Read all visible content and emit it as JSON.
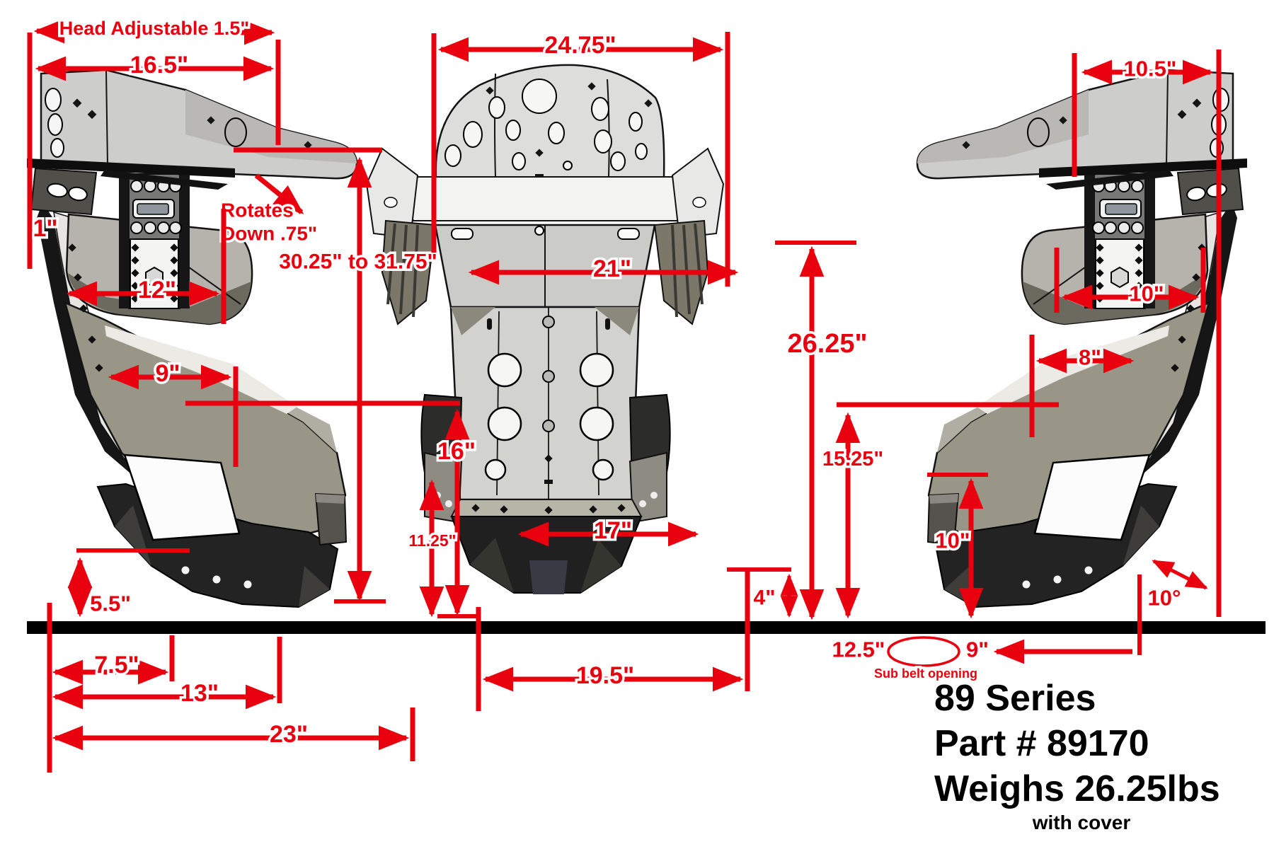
{
  "diagram": {
    "type": "technical seat dimension drawing",
    "views": [
      "left side view",
      "front view",
      "right side view"
    ],
    "colors": {
      "dimension_red": "#e8000f",
      "ground_black": "#000000",
      "seat_light": "#d2d2cf",
      "seat_mid": "#999687",
      "seat_dark": "#232323"
    }
  },
  "dims": {
    "head_adjustable": "Head Adjustable 1.5\"",
    "w16_5": "16.5\"",
    "d1": "1\"",
    "rotates1": "Rotates",
    "rotates2": "Down .75\"",
    "range": "30.25\" to 31.75\"",
    "w12": "12\"",
    "w9": "9\"",
    "h16": "16\"",
    "h11_25": "11.25\"",
    "h5_5": "5.5\"",
    "w7_5": "7.5\"",
    "w13": "13\"",
    "w23": "23\"",
    "w24_75": "24.75\"",
    "w21": "21\"",
    "h26_25": "26.25\"",
    "w17": "17\"",
    "h4": "4\"",
    "w19_5": "19.5\"",
    "w10_5": "10.5\"",
    "w10_top": "10\"",
    "w8": "8\"",
    "h15_25": "15.25\"",
    "h10": "10\"",
    "angle10": "10°",
    "sub12_5": "12.5\"",
    "sub9": "9\"",
    "sub_belt": "Sub belt opening"
  },
  "info": {
    "series": "89 Series",
    "part": "Part # 89170",
    "weight": "Weighs 26.25lbs",
    "note": "with cover"
  }
}
